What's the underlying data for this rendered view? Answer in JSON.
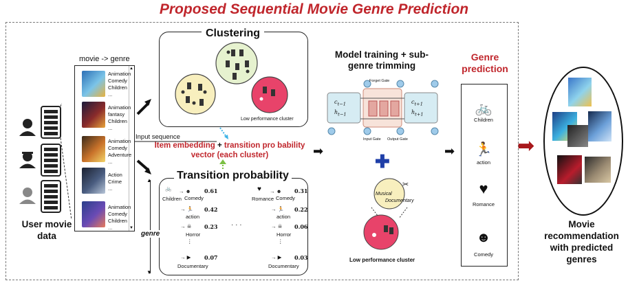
{
  "title": "Proposed Sequential Movie Genre Prediction",
  "user_data": {
    "label": "User movie data",
    "mapping_label": "movie -> genre",
    "input_sequence_label": "Input sequence",
    "movies": [
      {
        "genres": [
          "Animation",
          "Comedy",
          "Children",
          "..."
        ]
      },
      {
        "genres": [
          "Animation",
          "fantasy",
          "Children",
          "..."
        ]
      },
      {
        "genres": [
          "Animation",
          "Comedy",
          "Adventure",
          "..."
        ]
      },
      {
        "genres": [
          "Action",
          "Crime",
          "..."
        ]
      },
      {
        "genres": [
          "Animation",
          "Comedy",
          "Children",
          "..."
        ]
      }
    ]
  },
  "clustering": {
    "title": "Clustering",
    "low_perf_label": "Low performance cluster",
    "colors": {
      "green": "#e6f2cf",
      "yellow": "#f8efbe",
      "red": "#e8436a"
    }
  },
  "embedding": {
    "part1": "Item embedding",
    "plus": " + ",
    "part2": "transition pro bability vector (each cluster)"
  },
  "transition": {
    "title": "Transition probability",
    "axis_label": "genre",
    "ellipsis": "· · ·",
    "left": {
      "source": "Children",
      "rows": [
        {
          "genre": "Comedy",
          "value": "0.61"
        },
        {
          "genre": "action",
          "value": "0.42"
        },
        {
          "genre": "Horror",
          "value": "0.23"
        },
        {
          "genre": "Documentary",
          "value": "0.07"
        }
      ]
    },
    "right": {
      "source": "Romance",
      "rows": [
        {
          "genre": "Comedy",
          "value": "0.31"
        },
        {
          "genre": "action",
          "value": "0.22"
        },
        {
          "genre": "Horror",
          "value": "0.06"
        },
        {
          "genre": "Documentary",
          "value": "0.03"
        }
      ]
    }
  },
  "model": {
    "title": "Model training + sub-genre trimming",
    "forget_gate": "Forget Gate",
    "input_gate": "Input Gate",
    "output_gate": "Output Gate",
    "c_prev": "c",
    "c_prev_sub": "t−1",
    "h_prev": "h",
    "h_prev_sub": "t−1",
    "c_next": "c",
    "c_next_sub": "t+1",
    "h_next": "h",
    "h_next_sub": "t+1",
    "trim_musical": "Musical",
    "trim_documentary": "Documentary",
    "low_perf_label": "Low performance cluster"
  },
  "prediction": {
    "title": "Genre prediction",
    "items": [
      "Children",
      "action",
      "Romance",
      "Comedy"
    ]
  },
  "recommendation": {
    "label": "Movie recommendation with predicted genres"
  },
  "colors": {
    "accent": "#c0262c",
    "lstm_box": "#d6ecf3",
    "gate_box": "#e3a7a0"
  }
}
